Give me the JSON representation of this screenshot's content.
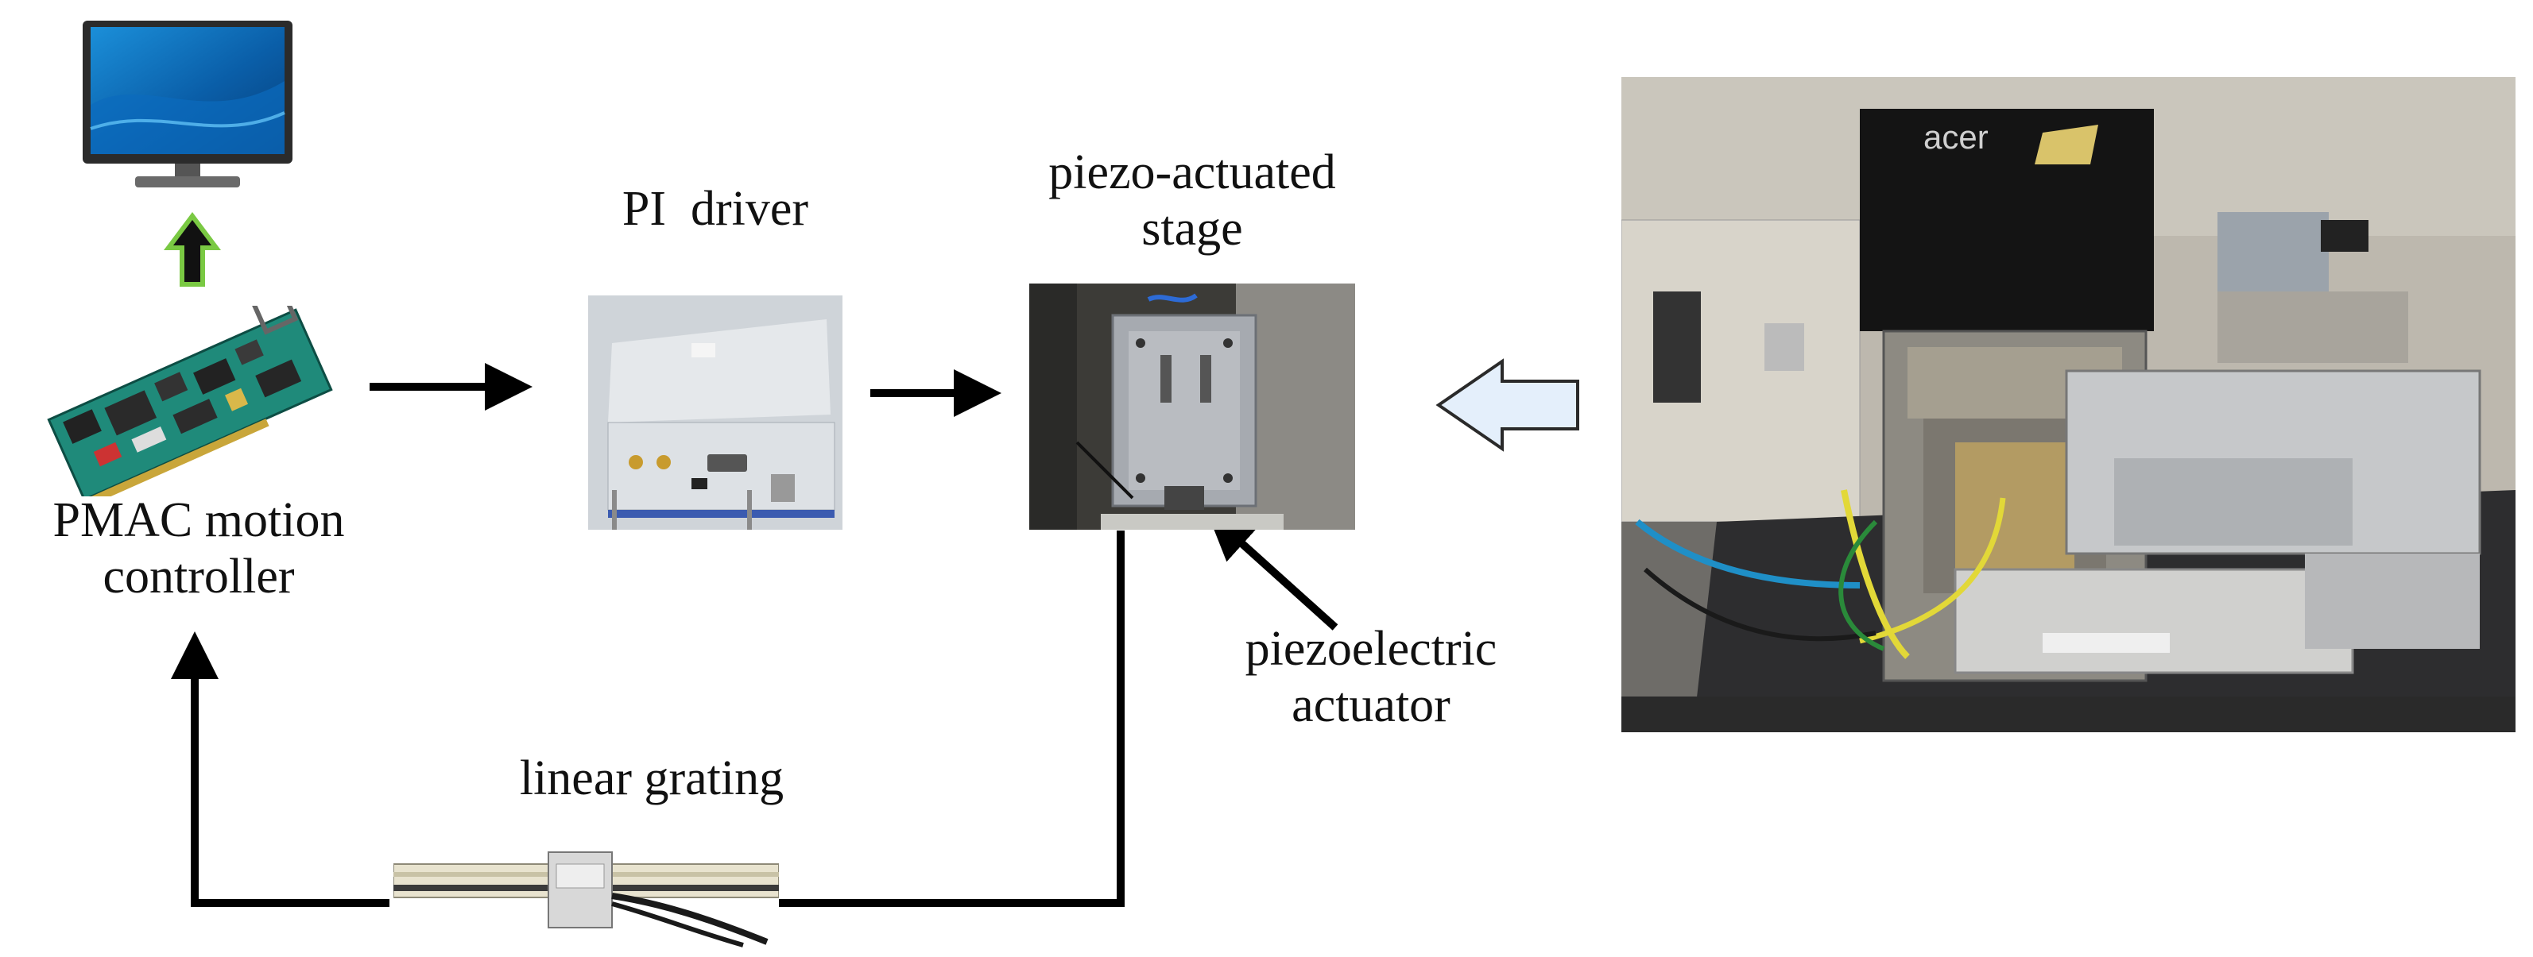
{
  "labels": {
    "pi_driver": "PI  driver",
    "stage_line1": "piezo-actuated",
    "stage_line2": "stage",
    "pmac_line1": "PMAC motion",
    "pmac_line2": "controller",
    "piezo_line1": "piezoelectric",
    "piezo_line2": "actuator",
    "grating": "linear grating",
    "monitor_brand": "acer"
  },
  "icons": {
    "monitor": "computer-monitor-icon",
    "controller_board": "pmac-circuit-board-icon",
    "driver_box": "pi-driver-box-photo",
    "stage": "piezo-stage-photo",
    "grating": "linear-grating-sensor-icon",
    "lab_photo": "experimental-setup-photo"
  },
  "colors": {
    "arrow": "#000000",
    "up_arrow_fill": "#111111",
    "up_arrow_outline": "#7ac943",
    "hollow_arrow_fill": "#e4effb",
    "hollow_arrow_stroke": "#2a2a2a"
  }
}
